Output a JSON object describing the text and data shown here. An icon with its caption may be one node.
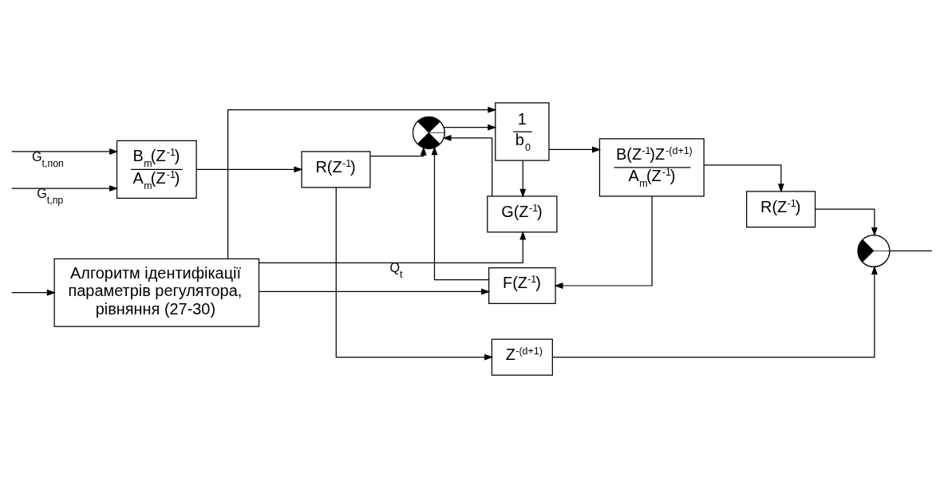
{
  "diagram": {
    "nodes": [
      {
        "text": [
          "Алгоритм ідентифікації параметрів регулятора, рівняння (27-30)"
        ]
      },
      {
        "text": [
          "B$_{m}$(Z$^{-1}$)",
          "A$_{m}$(Z$^{-1}$)"
        ]
      },
      {
        "text": [
          "R(Z$^{-1}$)"
        ]
      },
      {
        "text": [],
        "shape": "circle"
      },
      {
        "text": [
          "F(Z$^{-1}$)"
        ]
      },
      {
        "text": [
          "1",
          "b$_{0}$"
        ]
      },
      {
        "text": [
          "G(Z$^{-1}$)"
        ]
      },
      {
        "text": [
          "B(Z$^{-1}$)Z$^{-(d+1)}$",
          "A$_{m}$(Z$^{-1}$)"
        ]
      },
      {
        "text": [
          "R(Z$^{-1}$)"
        ]
      },
      {
        "text": [
          "Z$^{-(d+1)}$"
        ]
      },
      {
        "text": [],
        "shape": "circle"
      }
    ],
    "edges": [
      {
        "from": null,
        "to": 0,
        "arrow": "to"
      },
      {
        "from": 0,
        "to": 6,
        "arrow": "to",
        "label": "Q$_{t}$"
      },
      {
        "from": 0,
        "to": 5,
        "arrow": "to"
      },
      {
        "from": 0,
        "to": 4,
        "arrow": "to"
      },
      {
        "from": null,
        "to": 1,
        "arrow": "to",
        "label": "G$_{t,поп}$"
      },
      {
        "from": null,
        "to": 1,
        "arrow": "to",
        "label": "G$_{t,пр}$"
      },
      {
        "from": 1,
        "to": 2,
        "arrow": "to"
      },
      {
        "from": 2,
        "to": 3,
        "arrow": "to"
      },
      {
        "from": 2,
        "to": 9,
        "arrow": "to"
      },
      {
        "from": 3,
        "to": 5,
        "arrow": "to"
      },
      {
        "from": 5,
        "to": 7,
        "arrow": "to"
      },
      {
        "from": 5,
        "to": 6,
        "arrow": "to"
      },
      {
        "from": 6,
        "to": 3,
        "arrow": "to"
      },
      {
        "from": 4,
        "to": 3,
        "arrow": "to"
      },
      {
        "from": 7,
        "to": 8,
        "arrow": "to"
      },
      {
        "from": 7,
        "to": 4,
        "arrow": "to"
      },
      {
        "from": 8,
        "to": 10,
        "arrow": "to"
      },
      {
        "from": 9,
        "to": 10,
        "arrow": "to"
      },
      {
        "from": 10,
        "to": null,
        "arrow": "none"
      }
    ]
  }
}
